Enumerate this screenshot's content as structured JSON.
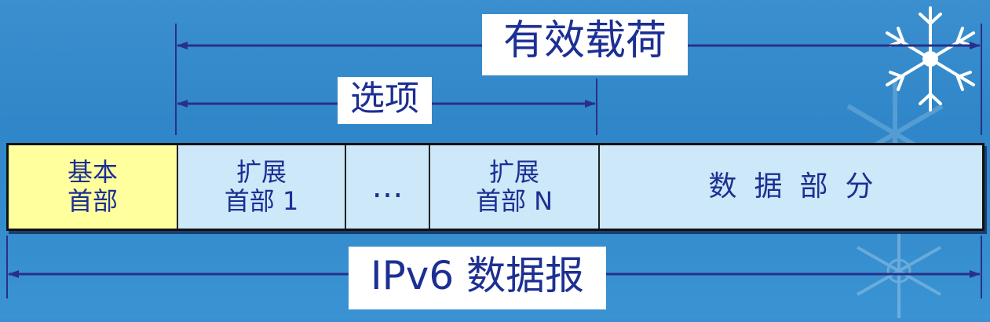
{
  "title_payload": "有效载荷",
  "title_options": "选项",
  "title_datagram": "IPv6 数据报",
  "cells": [
    {
      "text": "基本\n首部"
    },
    {
      "text": "扩展\n首部 1"
    },
    {
      "text": "…"
    },
    {
      "text": "扩展\n首部 N"
    },
    {
      "text": "数据部分"
    }
  ],
  "colors": {
    "background": "#3a8fcf",
    "text": "#1c2f93",
    "base_header_fill": "#ffff9e",
    "ext_fill": "#cde8f8",
    "arrow": "#2a2f8a"
  }
}
